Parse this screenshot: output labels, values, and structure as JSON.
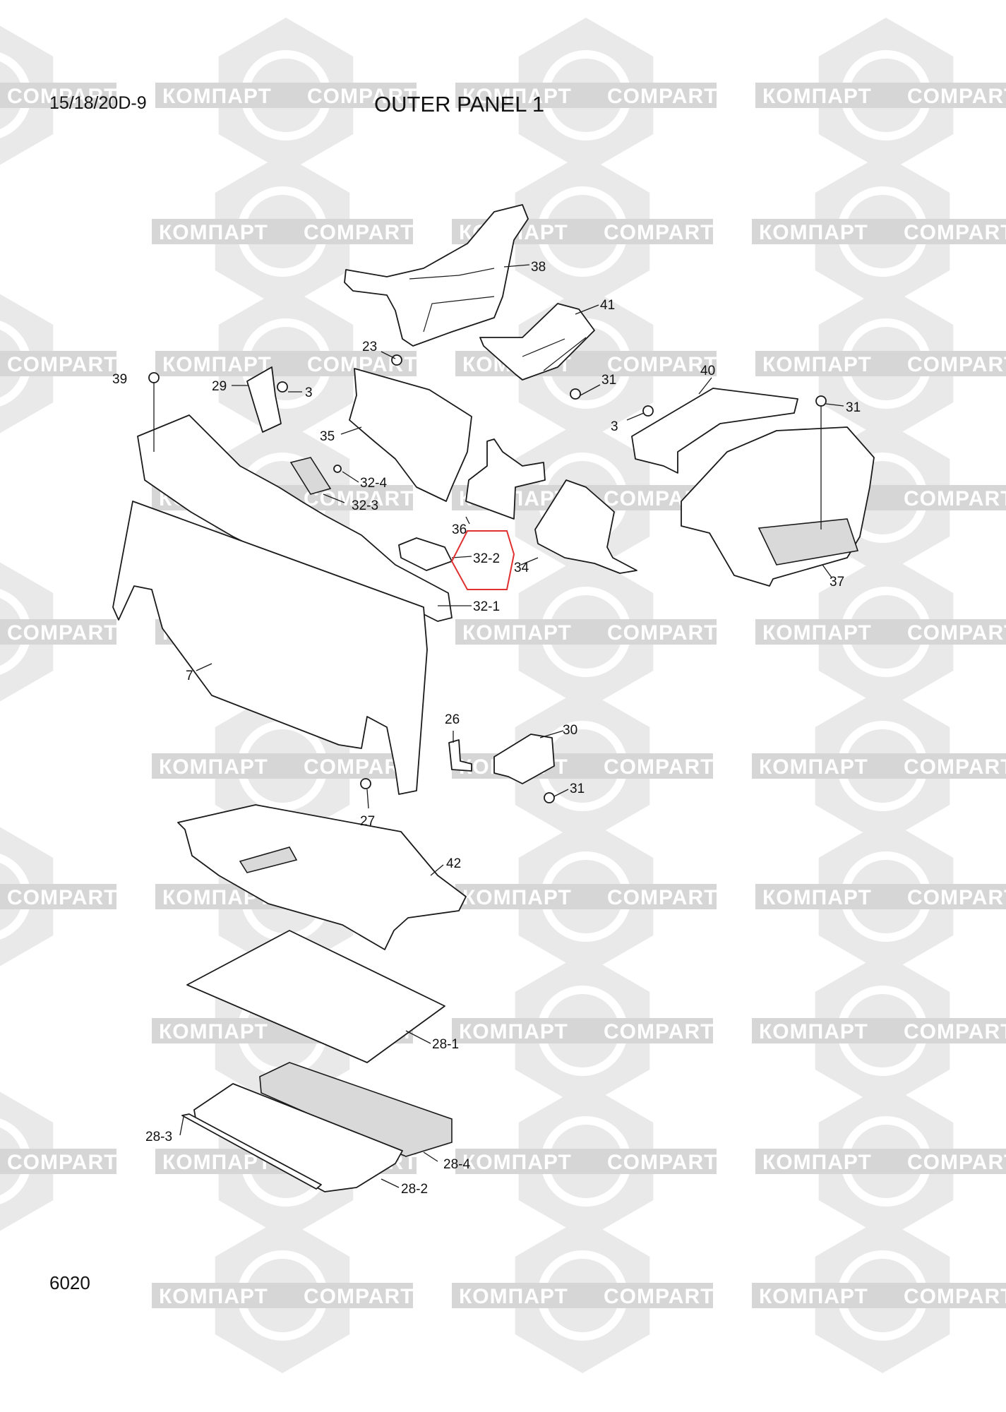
{
  "header": {
    "model": "15/18/20D-9",
    "title": "OUTER PANEL 1"
  },
  "footer": {
    "page_number": "6020"
  },
  "watermark": {
    "text_cyrillic": "КОМПАРТ",
    "text_latin": "COMPART"
  },
  "callouts": [
    "38",
    "41",
    "23",
    "39",
    "29",
    "3",
    "31",
    "40",
    "3",
    "31",
    "35",
    "32-4",
    "32-3",
    "36",
    "32-2",
    "34",
    "37",
    "32-1",
    "7",
    "26",
    "30",
    "31",
    "27",
    "42",
    "28-1",
    "28-3",
    "28-4",
    "28-2"
  ],
  "highlight": {
    "label": "32-2",
    "color": "#e03030"
  }
}
